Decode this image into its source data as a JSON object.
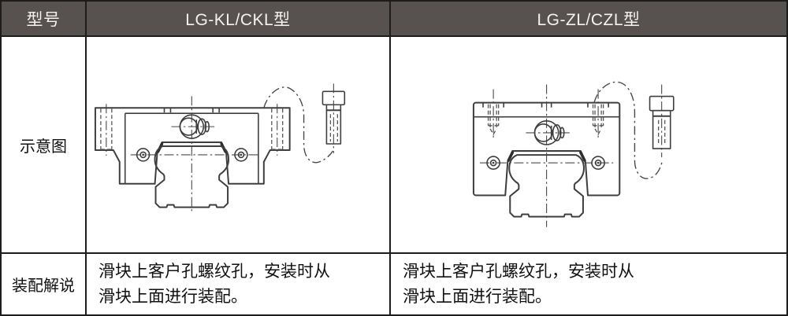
{
  "table": {
    "header": {
      "model": "型号",
      "kl": "LG-KL/CKL型",
      "zl": "LG-ZL/CZL型"
    },
    "labels": {
      "diagram": "示意图",
      "assembly": "装配解说"
    },
    "assembly": {
      "kl": "滑块上客户孔螺纹孔，安装时从\n滑块上面进行装配。",
      "zl": "滑块上客户孔螺纹孔，安装时从\n滑块上面进行装配。"
    },
    "diagrams": {
      "kl": "flange-type-carriage-front-view-with-mounting-bolt",
      "zl": "square-type-carriage-front-view-with-mounting-bolt"
    },
    "colors": {
      "header_bg": "#575250",
      "header_text": "#f4f2f0",
      "border": "#1c1c1c",
      "drawing_line": "#3f3f3f"
    }
  }
}
